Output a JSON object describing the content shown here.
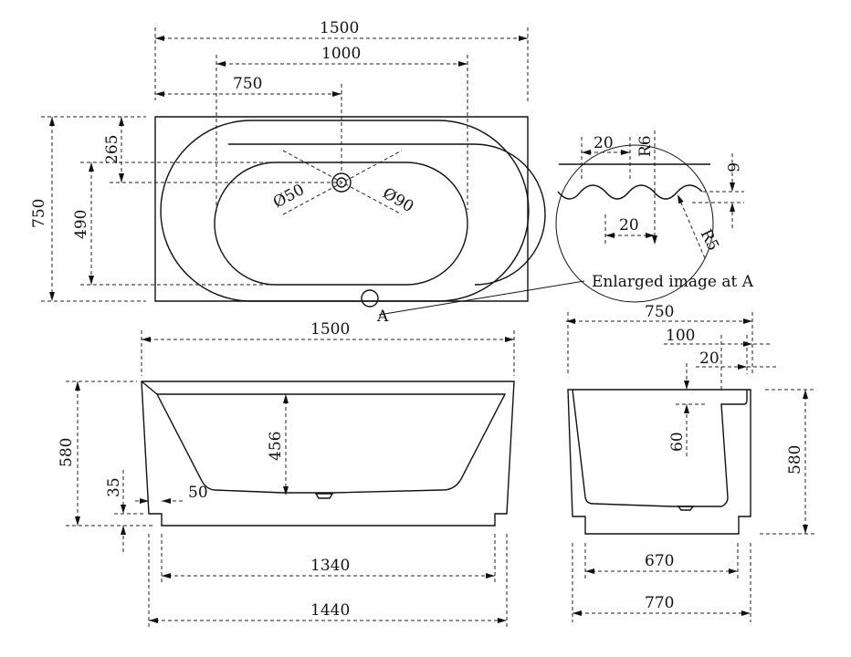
{
  "top_view": {
    "width": "1500",
    "inner_width": "1000",
    "drain_offset": "750",
    "depth": "750",
    "rim_offset": "265",
    "basin_depth": "490",
    "drain_dia_small": "Ø50",
    "drain_dia_large": "Ø90",
    "detail_marker": "A"
  },
  "detail": {
    "label": "Enlarged image at A",
    "pitch_top": "20",
    "pitch_bottom": "20",
    "radius_top": "R6",
    "radius_bottom": "R5",
    "wave_height": "6"
  },
  "front_view": {
    "width": "1500",
    "height": "580",
    "inner_depth": "456",
    "base_step": "35",
    "inset": "50",
    "base_inner": "1340",
    "base_outer": "1440"
  },
  "side_view": {
    "width": "750",
    "ledge": "100",
    "lip": "20",
    "ledge_drop": "60",
    "height": "580",
    "base_inner": "670",
    "base_outer": "770"
  }
}
